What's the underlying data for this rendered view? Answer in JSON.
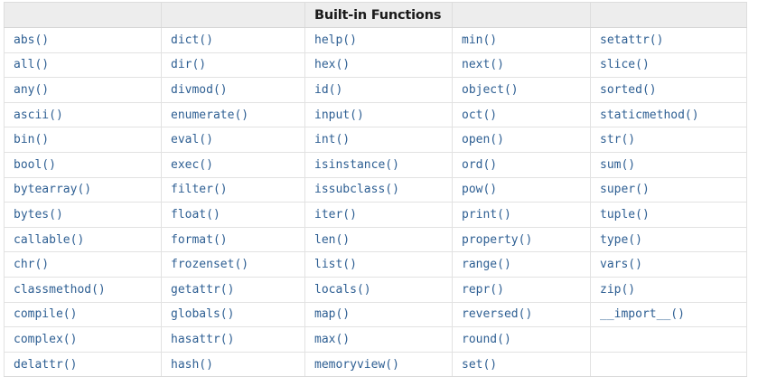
{
  "document": {
    "title": "Built-in Functions",
    "header_column_index": 2,
    "accent_text_color": "#2e5f93",
    "header_background_color": "#ededed",
    "header_text_color": "#1a1a1a",
    "border_color": "#e2e2e2"
  },
  "table": {
    "column_count": 5,
    "row_count": 14,
    "headers": [
      "",
      "",
      "Built-in Functions",
      "",
      ""
    ],
    "rows": [
      [
        "abs()",
        "dict()",
        "help()",
        "min()",
        "setattr()"
      ],
      [
        "all()",
        "dir()",
        "hex()",
        "next()",
        "slice()"
      ],
      [
        "any()",
        "divmod()",
        "id()",
        "object()",
        "sorted()"
      ],
      [
        "ascii()",
        "enumerate()",
        "input()",
        "oct()",
        "staticmethod()"
      ],
      [
        "bin()",
        "eval()",
        "int()",
        "open()",
        "str()"
      ],
      [
        "bool()",
        "exec()",
        "isinstance()",
        "ord()",
        "sum()"
      ],
      [
        "bytearray()",
        "filter()",
        "issubclass()",
        "pow()",
        "super()"
      ],
      [
        "bytes()",
        "float()",
        "iter()",
        "print()",
        "tuple()"
      ],
      [
        "callable()",
        "format()",
        "len()",
        "property()",
        "type()"
      ],
      [
        "chr()",
        "frozenset()",
        "list()",
        "range()",
        "vars()"
      ],
      [
        "classmethod()",
        "getattr()",
        "locals()",
        "repr()",
        "zip()"
      ],
      [
        "compile()",
        "globals()",
        "map()",
        "reversed()",
        "__import__()"
      ],
      [
        "complex()",
        "hasattr()",
        "max()",
        "round()",
        ""
      ],
      [
        "delattr()",
        "hash()",
        "memoryview()",
        "set()",
        ""
      ]
    ]
  }
}
